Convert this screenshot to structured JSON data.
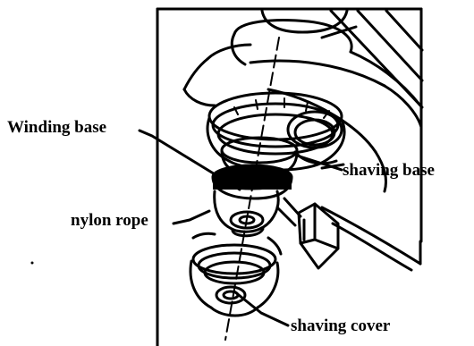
{
  "labels": {
    "winding_base": "Winding base",
    "shaving_base": "shaving base",
    "nylon_rope": "nylon rope",
    "shaving_cover": "shaving cover"
  },
  "colors": {
    "ink": "#000000",
    "paper": "#ffffff"
  }
}
